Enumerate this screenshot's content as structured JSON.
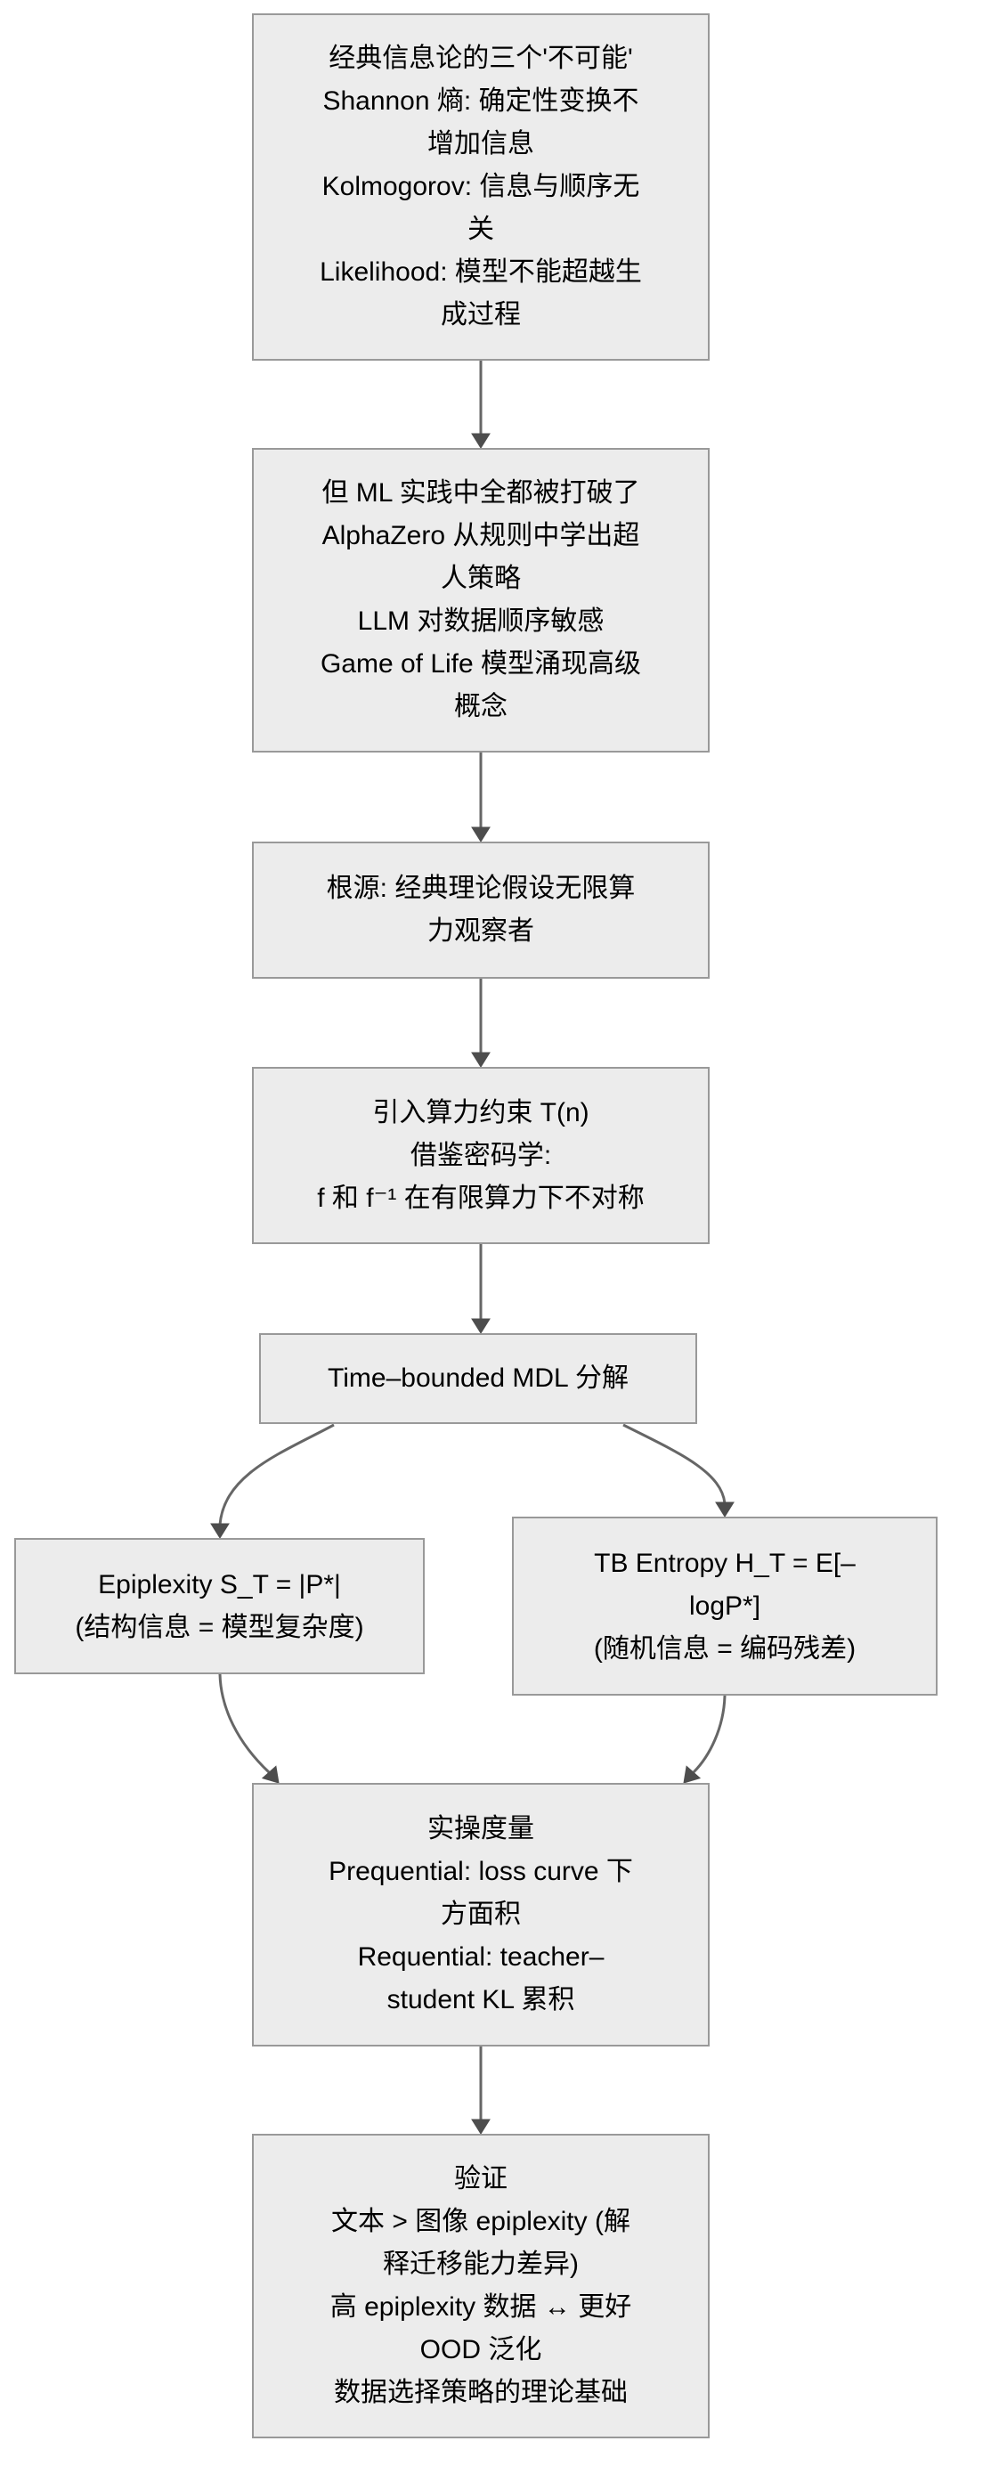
{
  "diagram": {
    "type": "flowchart-top-down",
    "colors": {
      "background": "#ffffff",
      "node_fill": "#ececec",
      "node_border": "#999999",
      "edge_color": "#666666",
      "arrowhead_color": "#4d4d4d",
      "text_color": "#000000"
    },
    "nodes": {
      "classic": {
        "lines": [
          "经典信息论的三个'不可能'",
          "Shannon 熵: 确定性变换不",
          "增加信息",
          "Kolmogorov: 信息与顺序无",
          "关",
          "Likelihood: 模型不能超越生",
          "成过程"
        ]
      },
      "broken": {
        "lines": [
          "但 ML 实践中全都被打破了",
          "AlphaZero 从规则中学出超",
          "人策略",
          "LLM 对数据顺序敏感",
          "Game of Life 模型涌现高级",
          "概念"
        ]
      },
      "root_cause": {
        "lines": [
          "根源: 经典理论假设无限算",
          "力观察者"
        ]
      },
      "compute_constraint": {
        "lines": [
          "引入算力约束 T(n)",
          "借鉴密码学:",
          "f 和 f⁻¹ 在有限算力下不对称"
        ]
      },
      "mdl_decomposition": {
        "lines": [
          "Time–bounded MDL 分解"
        ]
      },
      "epiplexity": {
        "lines": [
          "Epiplexity S_T = |P*|",
          "(结构信息 = 模型复杂度)"
        ]
      },
      "tb_entropy": {
        "lines": [
          "TB Entropy H_T = E[–",
          "logP*]",
          "(随机信息 = 编码残差)"
        ]
      },
      "metrics": {
        "lines": [
          "实操度量",
          "Prequential: loss curve 下",
          "方面积",
          "Requential: teacher–",
          "student KL 累积"
        ]
      },
      "validation": {
        "lines": [
          "验证",
          "文本 > 图像 epiplexity (解",
          "释迁移能力差异)",
          "高 epiplexity 数据 ↔ 更好",
          "OOD 泛化",
          "数据选择策略的理论基础"
        ]
      }
    },
    "edges": [
      {
        "from": "classic",
        "to": "broken"
      },
      {
        "from": "broken",
        "to": "root_cause"
      },
      {
        "from": "root_cause",
        "to": "compute_constraint"
      },
      {
        "from": "compute_constraint",
        "to": "mdl_decomposition"
      },
      {
        "from": "mdl_decomposition",
        "to": "epiplexity"
      },
      {
        "from": "mdl_decomposition",
        "to": "tb_entropy"
      },
      {
        "from": "epiplexity",
        "to": "metrics"
      },
      {
        "from": "tb_entropy",
        "to": "metrics"
      },
      {
        "from": "metrics",
        "to": "validation"
      }
    ]
  }
}
